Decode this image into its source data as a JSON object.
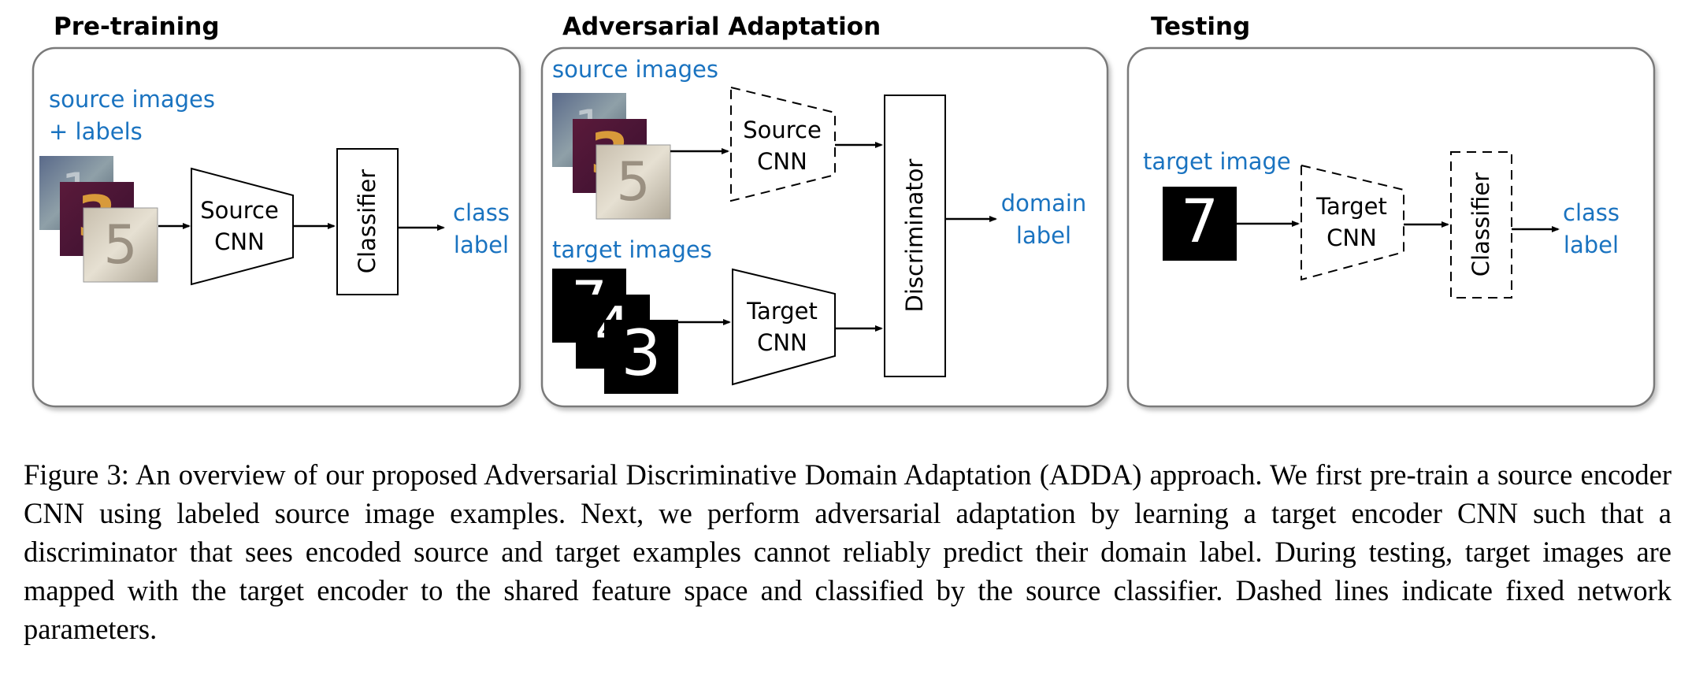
{
  "panels": {
    "pretraining": {
      "title": "Pre-training",
      "input_label_line1": "source images",
      "input_label_line2": "+ labels",
      "encoder_line1": "Source",
      "encoder_line2": "CNN",
      "classifier": "Classifier",
      "output_line1": "class",
      "output_line2": "label"
    },
    "adversarial": {
      "title": "Adversarial Adaptation",
      "source_label": "source images",
      "target_label": "target images",
      "source_encoder_line1": "Source",
      "source_encoder_line2": "CNN",
      "target_encoder_line1": "Target",
      "target_encoder_line2": "CNN",
      "discriminator": "Discriminator",
      "output_line1": "domain",
      "output_line2": "label"
    },
    "testing": {
      "title": "Testing",
      "input_label": "target image",
      "encoder_line1": "Target",
      "encoder_line2": "CNN",
      "classifier": "Classifier",
      "output_line1": "class",
      "output_line2": "label"
    }
  },
  "digits": {
    "source": [
      "1",
      "3",
      "5"
    ],
    "target": [
      "7",
      "4",
      "3"
    ],
    "test": "7"
  },
  "caption": "Figure 3: An overview of our proposed Adversarial Discriminative Domain Adaptation (ADDA) approach. We first pre-train a source encoder CNN using labeled source image examples. Next, we perform adversarial adaptation by learning a target encoder CNN such that a discriminator that sees encoded source and target examples cannot reliably predict their domain label. During testing, target images are mapped with the target encoder to the shared feature space and classified by the source classifier. Dashed lines indicate fixed network parameters.",
  "colors": {
    "label_blue": "#1a73c0",
    "panel_border": "#7a7a7a"
  }
}
